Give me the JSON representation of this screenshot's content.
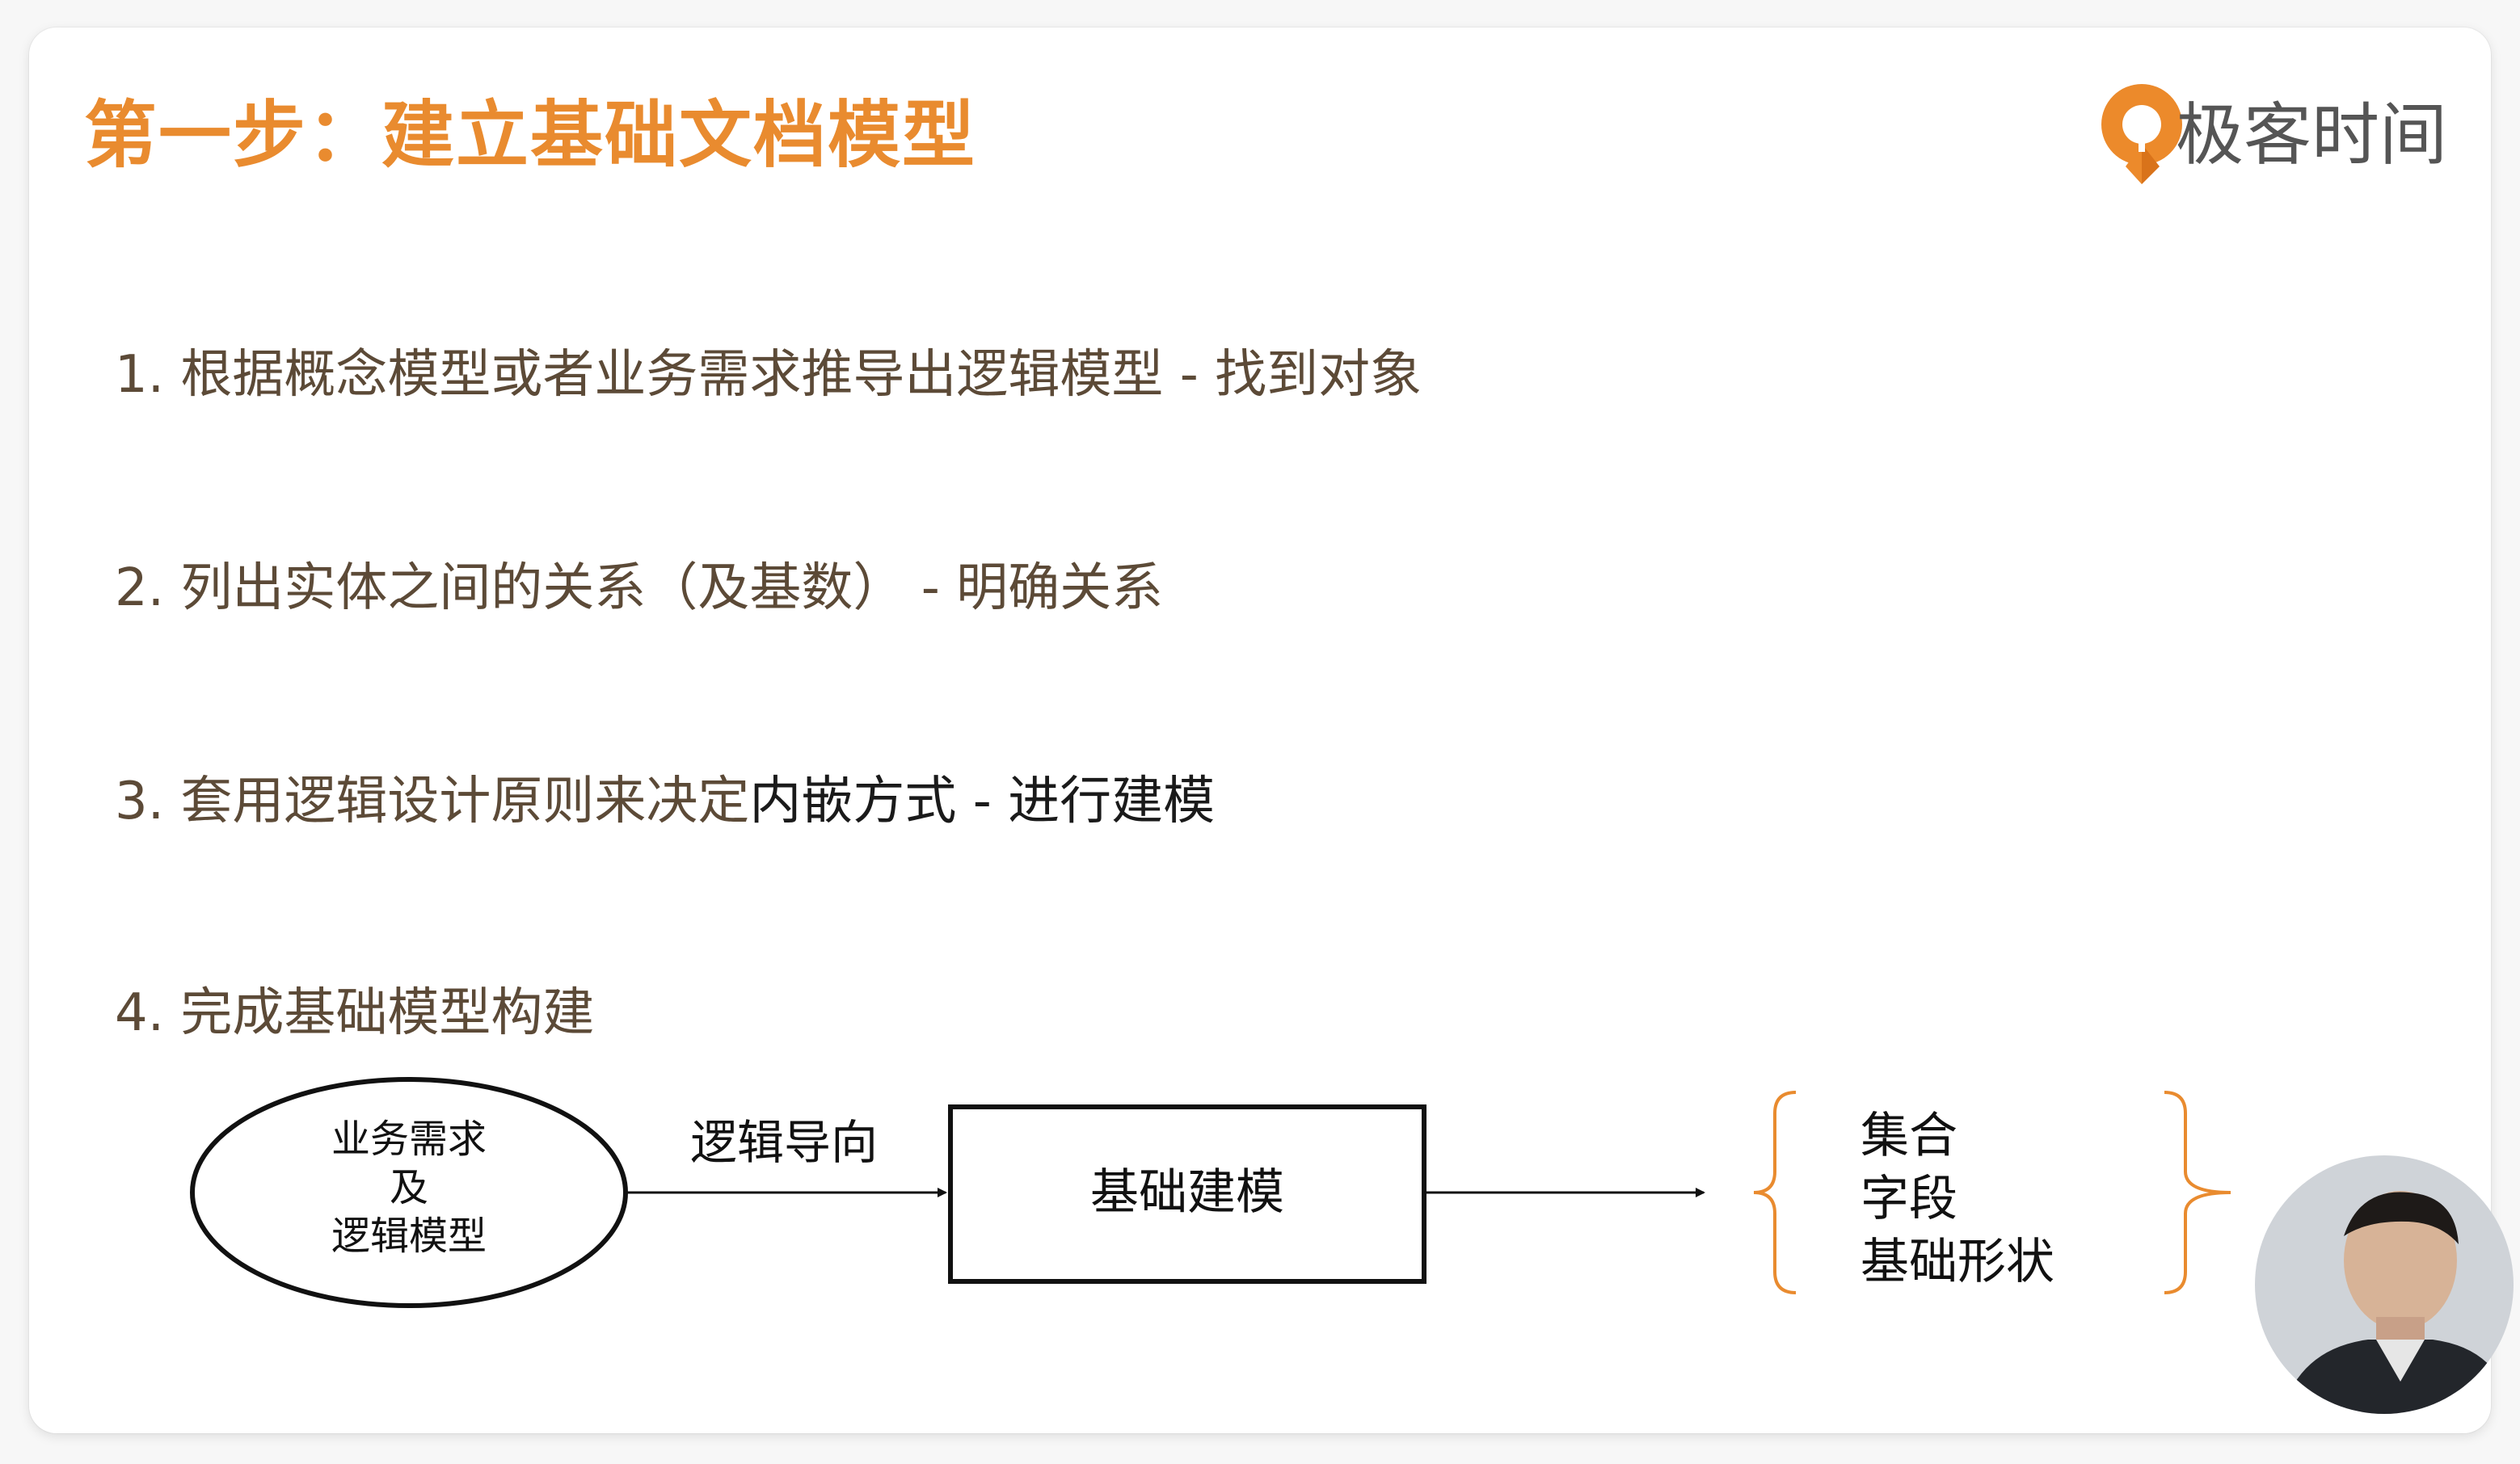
{
  "slide": {
    "title": "第一步：建立基础文档模型",
    "brand": {
      "name": "极客时间",
      "logo_icon": "geektime-logo-icon",
      "accent": "#e98b2f"
    },
    "steps": [
      {
        "text": "1. 根据概念模型或者业务需求推导出逻辑模型 - 找到对象"
      },
      {
        "text": "2. 列出实体之间的关系（及基数） - 明确关系"
      },
      {
        "text_a": "3. 套用逻辑设计原则来决定",
        "text_b": "内嵌方式 - 进行建模"
      },
      {
        "text": "4. 完成基础模型构建"
      }
    ],
    "diagram": {
      "ellipse_lines": [
        "业务需求",
        "及",
        "逻辑模型"
      ],
      "arrow_label": "逻辑导向",
      "box_label": "基础建模",
      "result_items": [
        "集合",
        "字段",
        "基础形状"
      ]
    },
    "presenter": {
      "icon": "presenter-video-avatar"
    }
  }
}
